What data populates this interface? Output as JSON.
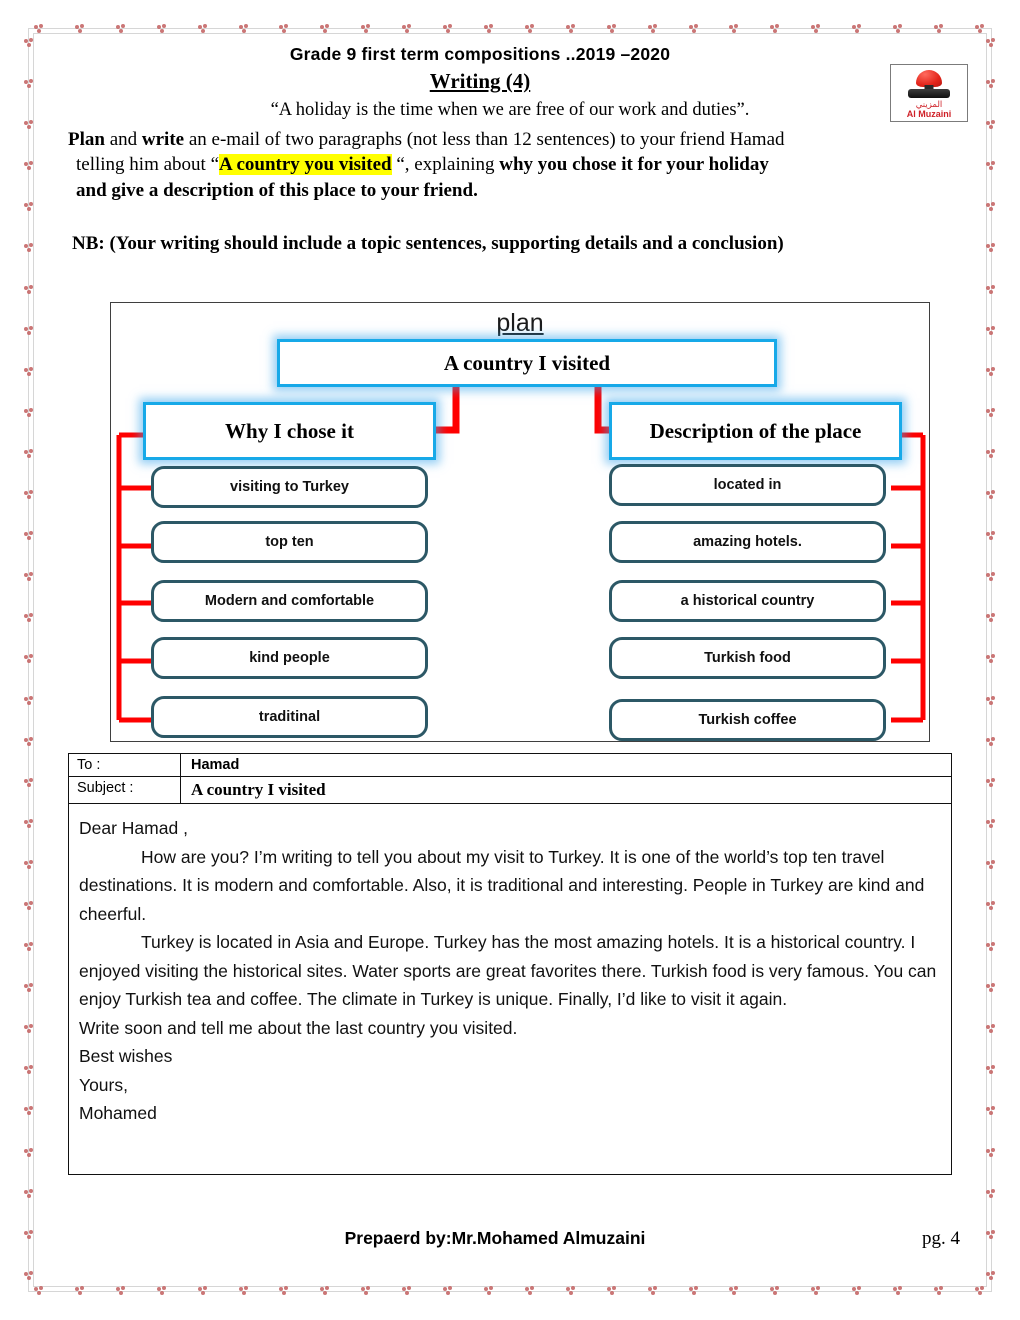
{
  "header": {
    "title": "Grade 9  first  term compositions ..2019 –2020",
    "subtitle": "Writing (4)",
    "logo": {
      "arabic": "المزيني",
      "english": "Al Muzaini"
    }
  },
  "quote": "“A holiday is the time when we are free of our work and duties”.",
  "instructions": {
    "line1_bold1": "Plan",
    "line1_mid": " and ",
    "line1_bold2": "write",
    "line1_rest": " an e-mail of two paragraphs (not less than 12 sentences) to your friend  Hamad",
    "line2_pre": "telling him  about “",
    "line2_highlight": "A country you visited",
    "line2_mid": " “, explaining ",
    "line2_bold": "why you chose it for your holiday",
    "line3_bold": "and give a description of this place to your friend."
  },
  "nb": "NB: (Your writing should include a topic sentences, supporting details and a conclusion)",
  "diagram": {
    "title": "plan",
    "topic": "A country I visited",
    "branches": [
      {
        "heading": "Why I chose it",
        "items": [
          "visiting to Turkey",
          "top ten",
          "Modern and comfortable",
          "kind people",
          "traditinal"
        ]
      },
      {
        "heading": "Description of the place",
        "items": [
          "located in",
          "amazing hotels.",
          "a historical country",
          "Turkish food",
          "Turkish coffee"
        ]
      }
    ],
    "colors": {
      "glow_border": "#17a9e8",
      "item_border": "#2c5866",
      "connector": "#ff0000"
    }
  },
  "email": {
    "to_label": "To :",
    "to_value": "Hamad",
    "subject_label": "Subject :",
    "subject_value": "A country I  visited",
    "salutation": "Dear Hamad ,",
    "paragraph1": "How are you? I’m writing to tell you about my visit to Turkey. It is one of the world’s top ten travel destinations. It is modern and comfortable. Also, it is traditional and interesting. People in Turkey are kind and cheerful.",
    "paragraph2": "Turkey is located in Asia and Europe. Turkey has the most amazing hotels. It is a historical country. I enjoyed visiting the historical sites. Water sports are great favorites there. Turkish food is very famous. You can enjoy Turkish tea and coffee. The climate in Turkey is unique. Finally, I’d like to visit it again.",
    "closing_line": "Write soon and tell me about the last country you visited.",
    "best_wishes": "Best wishes",
    "yours": "Yours,",
    "signature": "Mohamed"
  },
  "footer": {
    "prepared_by": "Prepaerd by:Mr.Mohamed Almuzaini",
    "page": "pg. 4"
  }
}
